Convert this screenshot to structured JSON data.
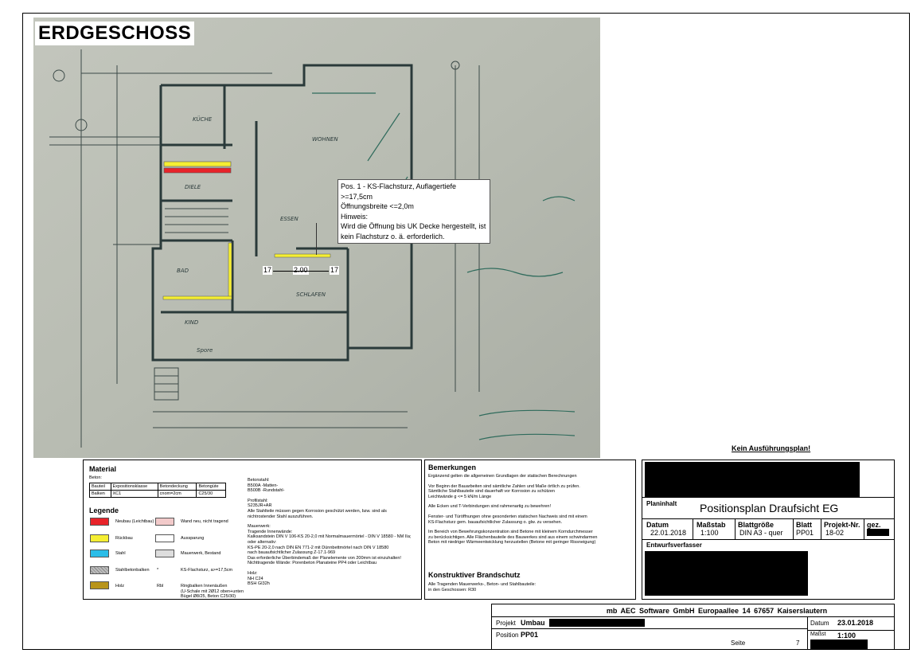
{
  "plan": {
    "title": "ERDGESCHOSS",
    "callout_lines": [
      "Pos. 1 - KS-Flachsturz, Auflagertiefe >=17,5cm",
      "Öffnungsbreite <=2,0m",
      "Hinweis:",
      "Wird die Öffnung bis UK Decke hergestellt, ist",
      "kein Flachsturz o. ä. erforderlich."
    ],
    "dim_left": "17",
    "dim_mid": "2.00",
    "dim_right": "17",
    "colors": {
      "red": "#e8232a",
      "yellow": "#f5ee33",
      "cyan": "#2bbde8",
      "olive": "#b8941a"
    }
  },
  "notice": "Kein Ausführungsplan!",
  "material": {
    "heading": "Material",
    "beton_label": "Beton:",
    "table_header": [
      "Bauteil",
      "Expositionsklasse",
      "Betondeckung",
      "Betongüte"
    ],
    "table_row": [
      "Balken",
      "XC1",
      "cnom=2cm",
      "C25/30"
    ],
    "betonstahl_title": "Betonstahl:",
    "betonstahl_lines": [
      "B500A -Matten-",
      "B500B -Rundstahl-"
    ],
    "profilstahl_title": "Profilstahl:",
    "profilstahl_lines": [
      "S235JR+AR",
      "Alle Stahlteile müssen gegen Korrosion geschützt werden, bzw. sind als",
      "nichtrostender Stahl auszuführen."
    ],
    "mauerwerk_title": "Mauerwerk:",
    "mauerwerk_lines": [
      "Tragende Innenwände:",
      "Kalksandstein DIN V 106-KS 20-2,0 mit Normalmauermörtel - DIN V 18580 - NM IIa;",
      "oder alternativ:",
      "KS-PE 20-2,0 nach DIN EN 771-2 mit Dünnbettmörtel nach DIN V 18580",
      "nach bauaufsichtlicher Zulassung Z-17.1-969",
      "Das erforderliche Überbindemaß der Planelemente von 200mm ist einzuhalten!",
      "Nichttragende Wände: Porenbeton Planateine PP4 oder Leichtbau"
    ],
    "holz_title": "Holz:",
    "holz_lines": [
      "NH C24",
      "BSH GI32h"
    ]
  },
  "legend": {
    "heading": "Legende",
    "left": [
      {
        "label": "Neubau (Leichtbau)",
        "color": "#e8232a"
      },
      {
        "label": "Rückbau",
        "color": "#f5ee33"
      },
      {
        "label": "Stahl",
        "color": "#2bbde8"
      },
      {
        "label": "Stahlbetonbalken",
        "color": "#bdbdbd"
      },
      {
        "label": "Holz",
        "color": "#b8941a"
      }
    ],
    "right": [
      {
        "label": "Wand neu, nicht tragend",
        "color": "#f2caca"
      },
      {
        "label": "Aussparung",
        "color": "#ffffff"
      },
      {
        "label": "Mauerwerk, Bestand",
        "color": "#dddddd"
      },
      {
        "symbol": "*",
        "label": "KS-Flachsturz, a>=17,5cm"
      },
      {
        "symbol": "Rbl",
        "label": "Ringbalken Innenäußen",
        "sub": "(U-Schale mit 2Ø12 oben+unten",
        "sub2": "Bügel Ø8/25, Beton C25/30)"
      }
    ]
  },
  "bemerkungen": {
    "heading": "Bemerkungen",
    "paragraphs": [
      "Ergänzend gelten die allgemeinen Grundlagen der statischen Berechnungen",
      "Vor Beginn der Bauarbeiten sind sämtliche Zahlen und Maße örtlich zu prüfen.",
      "Sämtliche Stahlbauteile sind dauerhaft vor Korrosion zu schützen",
      "Leichtwände g <= 5 kN/m Länge",
      "Alle Ecken und T-Verbindungen sind rahmenartig zu bewehren!",
      "Fenster- und Türöffnungen ohne gesonderten statischen Nachweis sind mit einem",
      "KS-Flachsturz gem. bauaufsichtlicher Zulassung o. glw. zu versehen.",
      "Im Bereich von Bewehrungskonzentration sind Betone mit kleinem Korndurchmesser",
      "zu berücksichtigen. Alle Flächenbauteile des Bauwerkes sind aus einem schwindarmen",
      "Beton mit niedriger Wärmeentwicklung herzustellen (Betone mit geringer Rissneigung)"
    ],
    "brandschutz_heading": "Konstruktiver Brandschutz",
    "brandschutz_lines": [
      "Alle Tragenden Mauerwerks-, Beton- und Stahlbauteile:",
      "in den Geschossen:  R30"
    ]
  },
  "titleblock": {
    "planinhalt_label": "Planinhalt",
    "planinhalt_value": "Positionsplan Draufsicht EG",
    "datum_label": "Datum",
    "datum_value": "22.01.2018",
    "massstab_label": "Maßstab",
    "massstab_value": "1:100",
    "blattgroesse_label": "Blattgröße",
    "blattgroesse_value": "DIN A3 - quer",
    "blatt_label": "Blatt",
    "blatt_value": "PP01",
    "projektnr_label": "Projekt-Nr.",
    "projektnr_value": "18-02",
    "gez_label": "gez.",
    "entwurf_label": "Entwurfsverfasser"
  },
  "footer": {
    "company": "mb AEC Software GmbH    Europaallee 14    67657 Kaiserslautern",
    "projekt_label": "Projekt",
    "projekt_value": "Umbau",
    "position_label": "Position",
    "position_value": "PP01",
    "seite_label": "Seite",
    "seite_value": "7",
    "datum_label": "Datum",
    "datum_value": "23.01.2018",
    "masst_label": "Maßst",
    "masst_value": "1:100"
  }
}
